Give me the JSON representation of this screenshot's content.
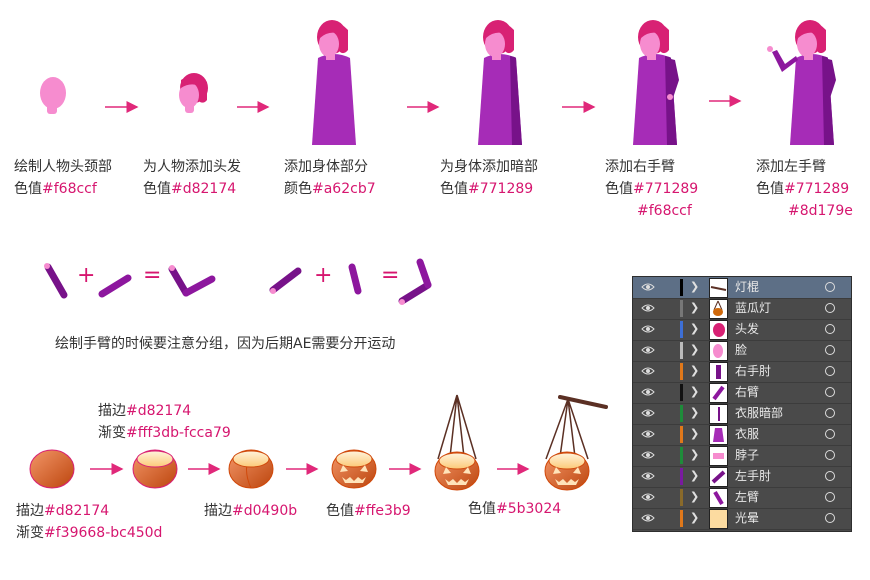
{
  "steps": [
    {
      "title": "绘制人物头颈部",
      "line2_prefix": "色值",
      "line2_hex": "#f68ccf",
      "line3": ""
    },
    {
      "title": "为人物添加头发",
      "line2_prefix": "色值",
      "line2_hex": "#d82174",
      "line3": ""
    },
    {
      "title": "添加身体部分",
      "line2_prefix": "颜色",
      "line2_hex": "#a62cb7",
      "line3": ""
    },
    {
      "title": "为身体添加暗部",
      "line2_prefix": "色值",
      "line2_hex": "#771289",
      "line3": ""
    },
    {
      "title": "添加右手臂",
      "line2_prefix": "色值",
      "line2_hex": "#771289",
      "line3": "#f68ccf"
    },
    {
      "title": "添加左手臂",
      "line2_prefix": "色值",
      "line2_hex": "#771289",
      "line3": "#8d179e"
    }
  ],
  "arm_equation": {
    "plus": "+",
    "equals": "="
  },
  "arm_note": "绘制手臂的时候要注意分组，因为后期AE需要分开运动",
  "lantern": {
    "step1": {
      "a_prefix": "描边",
      "a_hex": "#d82174",
      "b_prefix": "渐变",
      "b_hex": "#f39668-bc450d"
    },
    "step2": {
      "a_prefix": "描边",
      "a_hex": "#d82174",
      "b_prefix": "渐变",
      "b_hex": "#fff3db-fcca79"
    },
    "step3": {
      "a_prefix": "描边",
      "a_hex": "#d0490b"
    },
    "step4": {
      "a_prefix": "色值",
      "a_hex": "#ffe3b9"
    },
    "step5": {
      "a_prefix": "色值",
      "a_hex": "#5b3024"
    }
  },
  "layers": [
    {
      "name": "灯棍",
      "color": "#000000",
      "thumb": "stick-thumb",
      "selected": true
    },
    {
      "name": "蓝瓜灯",
      "color": "#777777",
      "thumb": "lantern-thumb",
      "selected": false
    },
    {
      "name": "头发",
      "color": "#3d6fd6",
      "thumb": "hair-thumb",
      "selected": false
    },
    {
      "name": "脸",
      "color": "#bbbbbb",
      "thumb": "face-thumb",
      "selected": false
    },
    {
      "name": "右手肘",
      "color": "#e0781a",
      "thumb": "right-elbow-thumb",
      "selected": false
    },
    {
      "name": "右臂",
      "color": "#111111",
      "thumb": "right-arm-thumb",
      "selected": false
    },
    {
      "name": "衣服暗部",
      "color": "#1e8c3a",
      "thumb": "clothes-shadow-thumb",
      "selected": false
    },
    {
      "name": "衣服",
      "color": "#e0781a",
      "thumb": "clothes-thumb",
      "selected": false
    },
    {
      "name": "脖子",
      "color": "#1e8c3a",
      "thumb": "neck-thumb",
      "selected": false
    },
    {
      "name": "左手肘",
      "color": "#7a1aa0",
      "thumb": "left-elbow-thumb",
      "selected": false
    },
    {
      "name": "左臂",
      "color": "#8a6a2a",
      "thumb": "left-arm-thumb",
      "selected": false
    },
    {
      "name": "光晕",
      "color": "#e0781a",
      "thumb": "glow-thumb",
      "selected": false
    }
  ],
  "colors": {
    "hex_text": "#d6166f",
    "arrow": "#e0287a",
    "skin": "#f68ccf",
    "hair": "#d82174",
    "body": "#a62cb7",
    "shadow": "#771289",
    "arm2": "#8d179e"
  }
}
